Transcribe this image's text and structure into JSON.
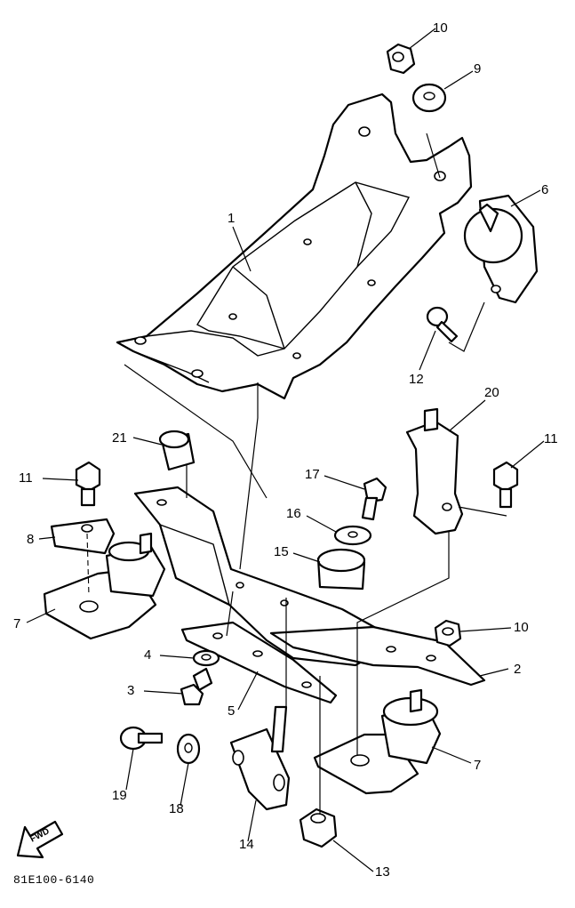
{
  "diagram": {
    "drawing_code": "81E100-6140",
    "direction_label": "FWD",
    "callouts": [
      {
        "key": "p10a",
        "text": "10"
      },
      {
        "key": "p9",
        "text": "9"
      },
      {
        "key": "p6",
        "text": "6"
      },
      {
        "key": "p1",
        "text": "1"
      },
      {
        "key": "p12",
        "text": "12"
      },
      {
        "key": "p20",
        "text": "20"
      },
      {
        "key": "p21",
        "text": "21"
      },
      {
        "key": "p11a",
        "text": "11"
      },
      {
        "key": "p11b",
        "text": "11"
      },
      {
        "key": "p17",
        "text": "17"
      },
      {
        "key": "p16",
        "text": "16"
      },
      {
        "key": "p15",
        "text": "15"
      },
      {
        "key": "p8",
        "text": "8"
      },
      {
        "key": "p7a",
        "text": "7"
      },
      {
        "key": "p10b",
        "text": "10"
      },
      {
        "key": "p4",
        "text": "4"
      },
      {
        "key": "p2",
        "text": "2"
      },
      {
        "key": "p3",
        "text": "3"
      },
      {
        "key": "p5",
        "text": "5"
      },
      {
        "key": "p7b",
        "text": "7"
      },
      {
        "key": "p19",
        "text": "19"
      },
      {
        "key": "p18",
        "text": "18"
      },
      {
        "key": "p14",
        "text": "14"
      },
      {
        "key": "p13",
        "text": "13"
      }
    ]
  }
}
